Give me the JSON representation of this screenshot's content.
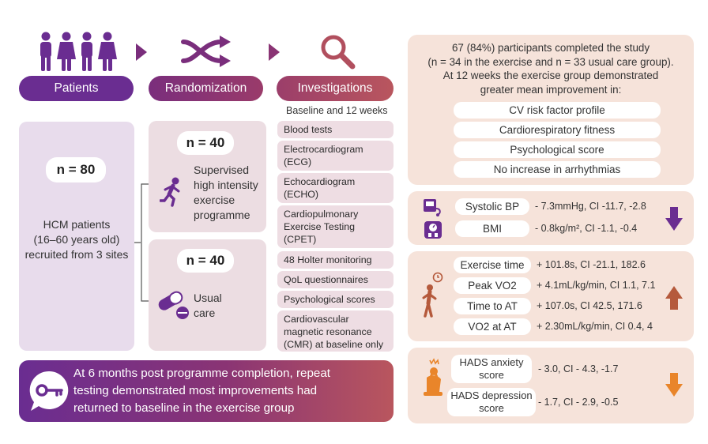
{
  "header": {
    "patients_label": "Patients",
    "randomization_label": "Randomization",
    "investigations_label": "Investigations"
  },
  "patients": {
    "n": "n = 80",
    "description": [
      "HCM patients",
      "(16–60 years old)",
      "recruited from 3 sites"
    ]
  },
  "exercise_arm": {
    "n": "n = 40",
    "description": [
      "Supervised",
      "high intensity",
      "exercise",
      "programme"
    ]
  },
  "usual_care_arm": {
    "n": "n = 40",
    "description": [
      "Usual",
      "care"
    ]
  },
  "investigations": {
    "timing": "Baseline and 12 weeks",
    "items": [
      [
        "Blood tests"
      ],
      [
        "Electrocardiogram",
        "(ECG)"
      ],
      [
        "Echocardiogram",
        "(ECHO)"
      ],
      [
        "Cardiopulmonary",
        "Exercise Testing",
        "(CPET)"
      ],
      [
        "48 Holter monitoring"
      ],
      [
        "QoL questionnaires"
      ],
      [
        "Psychological scores"
      ],
      [
        "Cardiovascular",
        "magnetic resonance",
        "(CMR) at baseline only"
      ]
    ]
  },
  "summary": {
    "lines": [
      "67 (84%) participants completed the study",
      "(n = 34 in the exercise and n = 33 usual care group).",
      "At 12 weeks the exercise group demonstrated",
      "greater mean improvement in:"
    ],
    "improvements": [
      "CV risk factor profile",
      "Cardiorespiratory fitness",
      "Psychological score",
      "No increase in arrhythmias"
    ]
  },
  "bp_bmi": {
    "rows": [
      {
        "label": "Systolic BP",
        "value": "- 7.3mmHg, CI -11.7, -2.8"
      },
      {
        "label": "BMI",
        "value": "- 0.8kg/m², CI -1.1, -0.4"
      }
    ],
    "direction": "down"
  },
  "fitness": {
    "rows": [
      {
        "label": "Exercise time",
        "value": "+ 101.8s, CI -21.1, 182.6"
      },
      {
        "label": "Peak VO2",
        "value": "+ 4.1mL/kg/min, CI 1.1, 7.1"
      },
      {
        "label": "Time to AT",
        "value": "+ 107.0s, CI 42.5, 171.6"
      },
      {
        "label": "VO2 at AT",
        "value": "+ 2.30mL/kg/min, CI 0.4, 4"
      }
    ],
    "direction": "up"
  },
  "psych": {
    "rows": [
      {
        "label": [
          "HADS anxiety",
          "score"
        ],
        "value": "- 3.0, CI - 4.3, -1.7"
      },
      {
        "label": [
          "HADS depression",
          "score"
        ],
        "value": "- 1.7, CI - 2.9, -0.5"
      }
    ],
    "direction": "down"
  },
  "followup": {
    "lines": [
      "At 6 months post programme completion, repeat",
      "testing demonstrated most improvements had",
      "returned to baseline in the exercise group"
    ]
  },
  "colors": {
    "purple": "#6a2d91",
    "plum": "#8a3474",
    "rose": "#b9565e",
    "arrow_down": "#6a2d91",
    "arrow_up": "#b55a3c",
    "arrow_orange": "#e9852a"
  }
}
